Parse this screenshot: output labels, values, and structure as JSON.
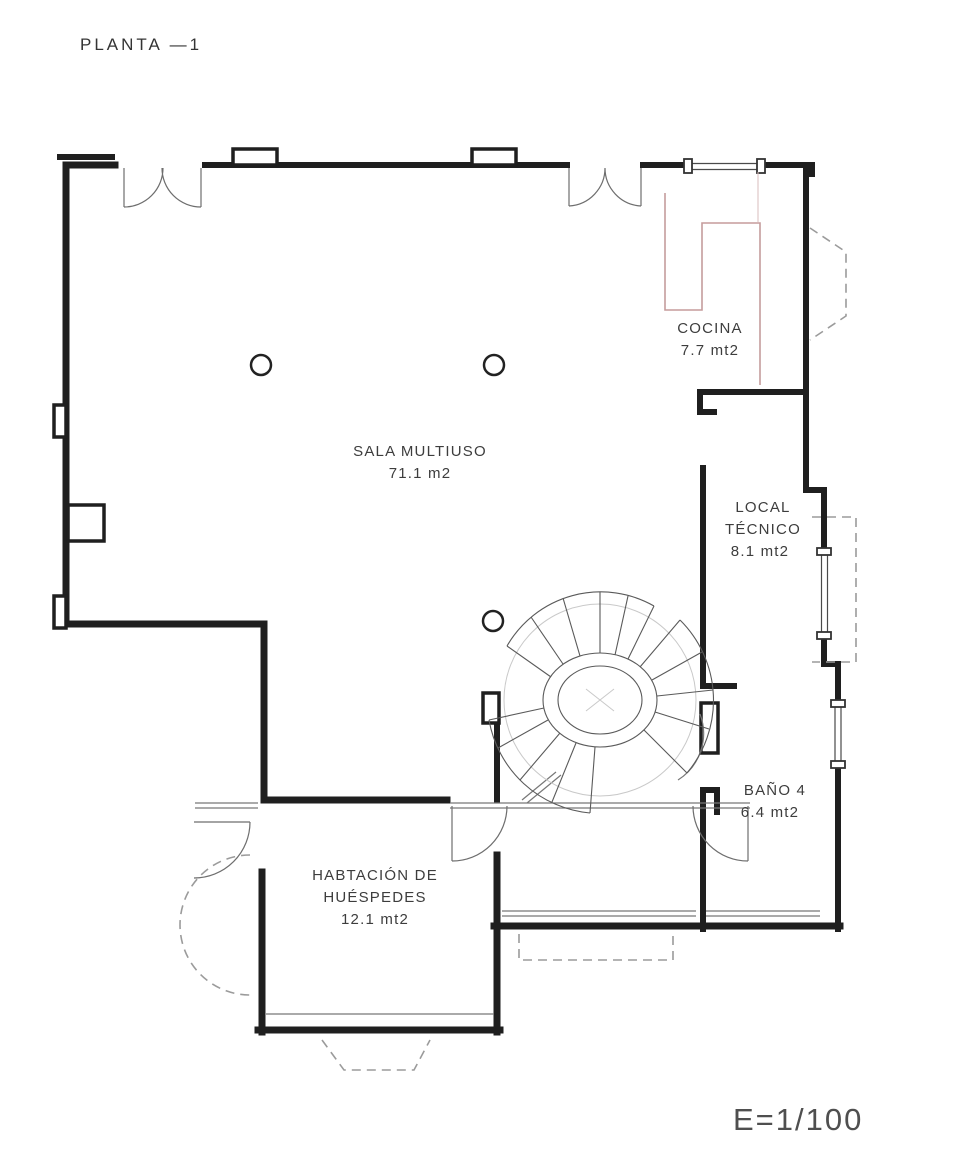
{
  "drawing": {
    "title": "PLANTA —1",
    "scale_label": "E=1/100"
  },
  "rooms": {
    "sala": {
      "name": "SALA MULTIUSO",
      "area": "71.1 m2"
    },
    "cocina": {
      "name": "COCINA",
      "area": "7.7 mt2"
    },
    "local_tecnico": {
      "name_line1": "LOCAL",
      "name_line2": "TÉCNICO",
      "area": "8.1 mt2"
    },
    "bano": {
      "name": "BAÑO 4",
      "area": "6.4 mt2"
    },
    "habitacion": {
      "name_line1": "HABTACIÓN DE",
      "name_line2": "HUÉSPEDES",
      "area": "12.1 mt2"
    }
  },
  "colors": {
    "walls": "#1f1f1f",
    "counter": "#c59c9c",
    "dashed": "#9b9b9b",
    "thin_lines": "#777777"
  }
}
